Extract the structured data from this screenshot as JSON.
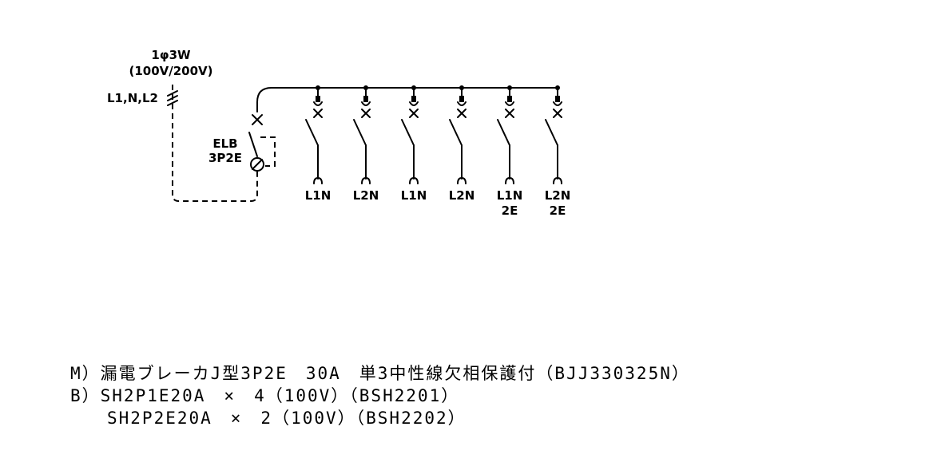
{
  "supply": {
    "phase": "1φ3W",
    "voltage": "(100V/200V)",
    "lines": "L1,N,L2"
  },
  "main_breaker": {
    "type": "ELB",
    "poles": "3P2E"
  },
  "branches": [
    {
      "line1": "L1N",
      "line2": ""
    },
    {
      "line1": "L2N",
      "line2": ""
    },
    {
      "line1": "L1N",
      "line2": ""
    },
    {
      "line1": "L2N",
      "line2": ""
    },
    {
      "line1": "L1N",
      "line2": "2E"
    },
    {
      "line1": "L2N",
      "line2": "2E"
    }
  ],
  "notes": [
    "M）漏電ブレーカJ型3P2E　30A　単3中性線欠相保護付（BJJ330325N）",
    "B）SH2P1E20A　×　4（100V）（BSH2201）",
    "　　SH2P2E20A　×　2（100V）（BSH2202）"
  ]
}
